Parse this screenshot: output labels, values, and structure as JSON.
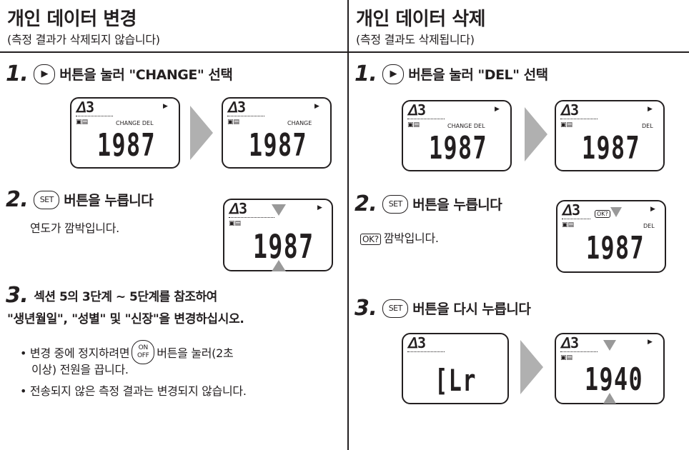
{
  "left": {
    "title": "개인 데이터 변경",
    "subtitle": "(측정 결과가 삭제되지 않습니다)",
    "step1": {
      "num": "1.",
      "btn": "▶",
      "text": "버튼을 눌러 \"CHANGE\" 선택"
    },
    "step2": {
      "num": "2.",
      "btn": "SET",
      "text": "버튼을 누릅니다",
      "note": "연도가 깜박입니다."
    },
    "step3": {
      "num": "3.",
      "text1": "섹션 5의 3단계 ~ 5단계를 참조하여",
      "text2": "\"생년월일\", \"성별\" 및 \"신장\"을 변경하십시오.",
      "b1a": "• 변경 중에 정지하려면",
      "b1on": "ON",
      "b1off": "OFF",
      "b1b": "버튼을 눌러(2초",
      "b1c": "이상) 전원을 끕니다.",
      "b2": "• 전송되지 않은 측정 결과는 변경되지 않습니다."
    },
    "lcd1": {
      "person": "3",
      "opts": "CHANGE  DEL",
      "year": "1987"
    },
    "lcd2": {
      "person": "3",
      "opts": "CHANGE",
      "year": "1987"
    },
    "lcd3": {
      "person": "3",
      "year": "1987"
    }
  },
  "right": {
    "title": "개인 데이터 삭제",
    "subtitle": "(측정 결과도 삭제됩니다)",
    "step1": {
      "num": "1.",
      "btn": "▶",
      "text": "버튼을 눌러 \"DEL\" 선택"
    },
    "step2": {
      "num": "2.",
      "btn": "SET",
      "text": "버튼을 누릅니다",
      "ok": "OK?",
      "note": "깜박입니다."
    },
    "step3": {
      "num": "3.",
      "btn": "SET",
      "text": "버튼을 다시 누릅니다"
    },
    "lcd1": {
      "person": "3",
      "opts": "CHANGE  DEL",
      "year": "1987"
    },
    "lcd2": {
      "person": "3",
      "opts": "DEL",
      "year": "1987"
    },
    "lcd3": {
      "person": "3",
      "ok": "OK?",
      "opts": "DEL",
      "year": "1987"
    },
    "lcd4": {
      "person": "3",
      "text": "[Lr"
    },
    "lcd5": {
      "person": "3",
      "year": "1940"
    }
  }
}
